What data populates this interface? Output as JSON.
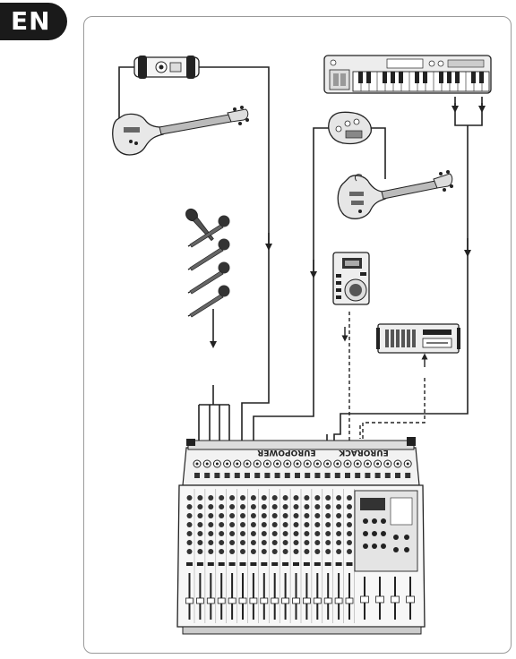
{
  "language_badge": "EN",
  "mixer": {
    "brand_text": "EURORACK",
    "model_text": "EUROPOWER"
  },
  "colors": {
    "badge": "#1a1a1a",
    "line": "#222222",
    "frame": "#9a9a9a"
  },
  "icons": [
    "di-box-icon",
    "bass-guitar-icon",
    "keyboard-icon",
    "guitar-effects-pedal-icon",
    "electric-guitar-icon",
    "microphone-icon",
    "cd-player-icon",
    "rack-recorder-icon",
    "mixer-icon"
  ]
}
